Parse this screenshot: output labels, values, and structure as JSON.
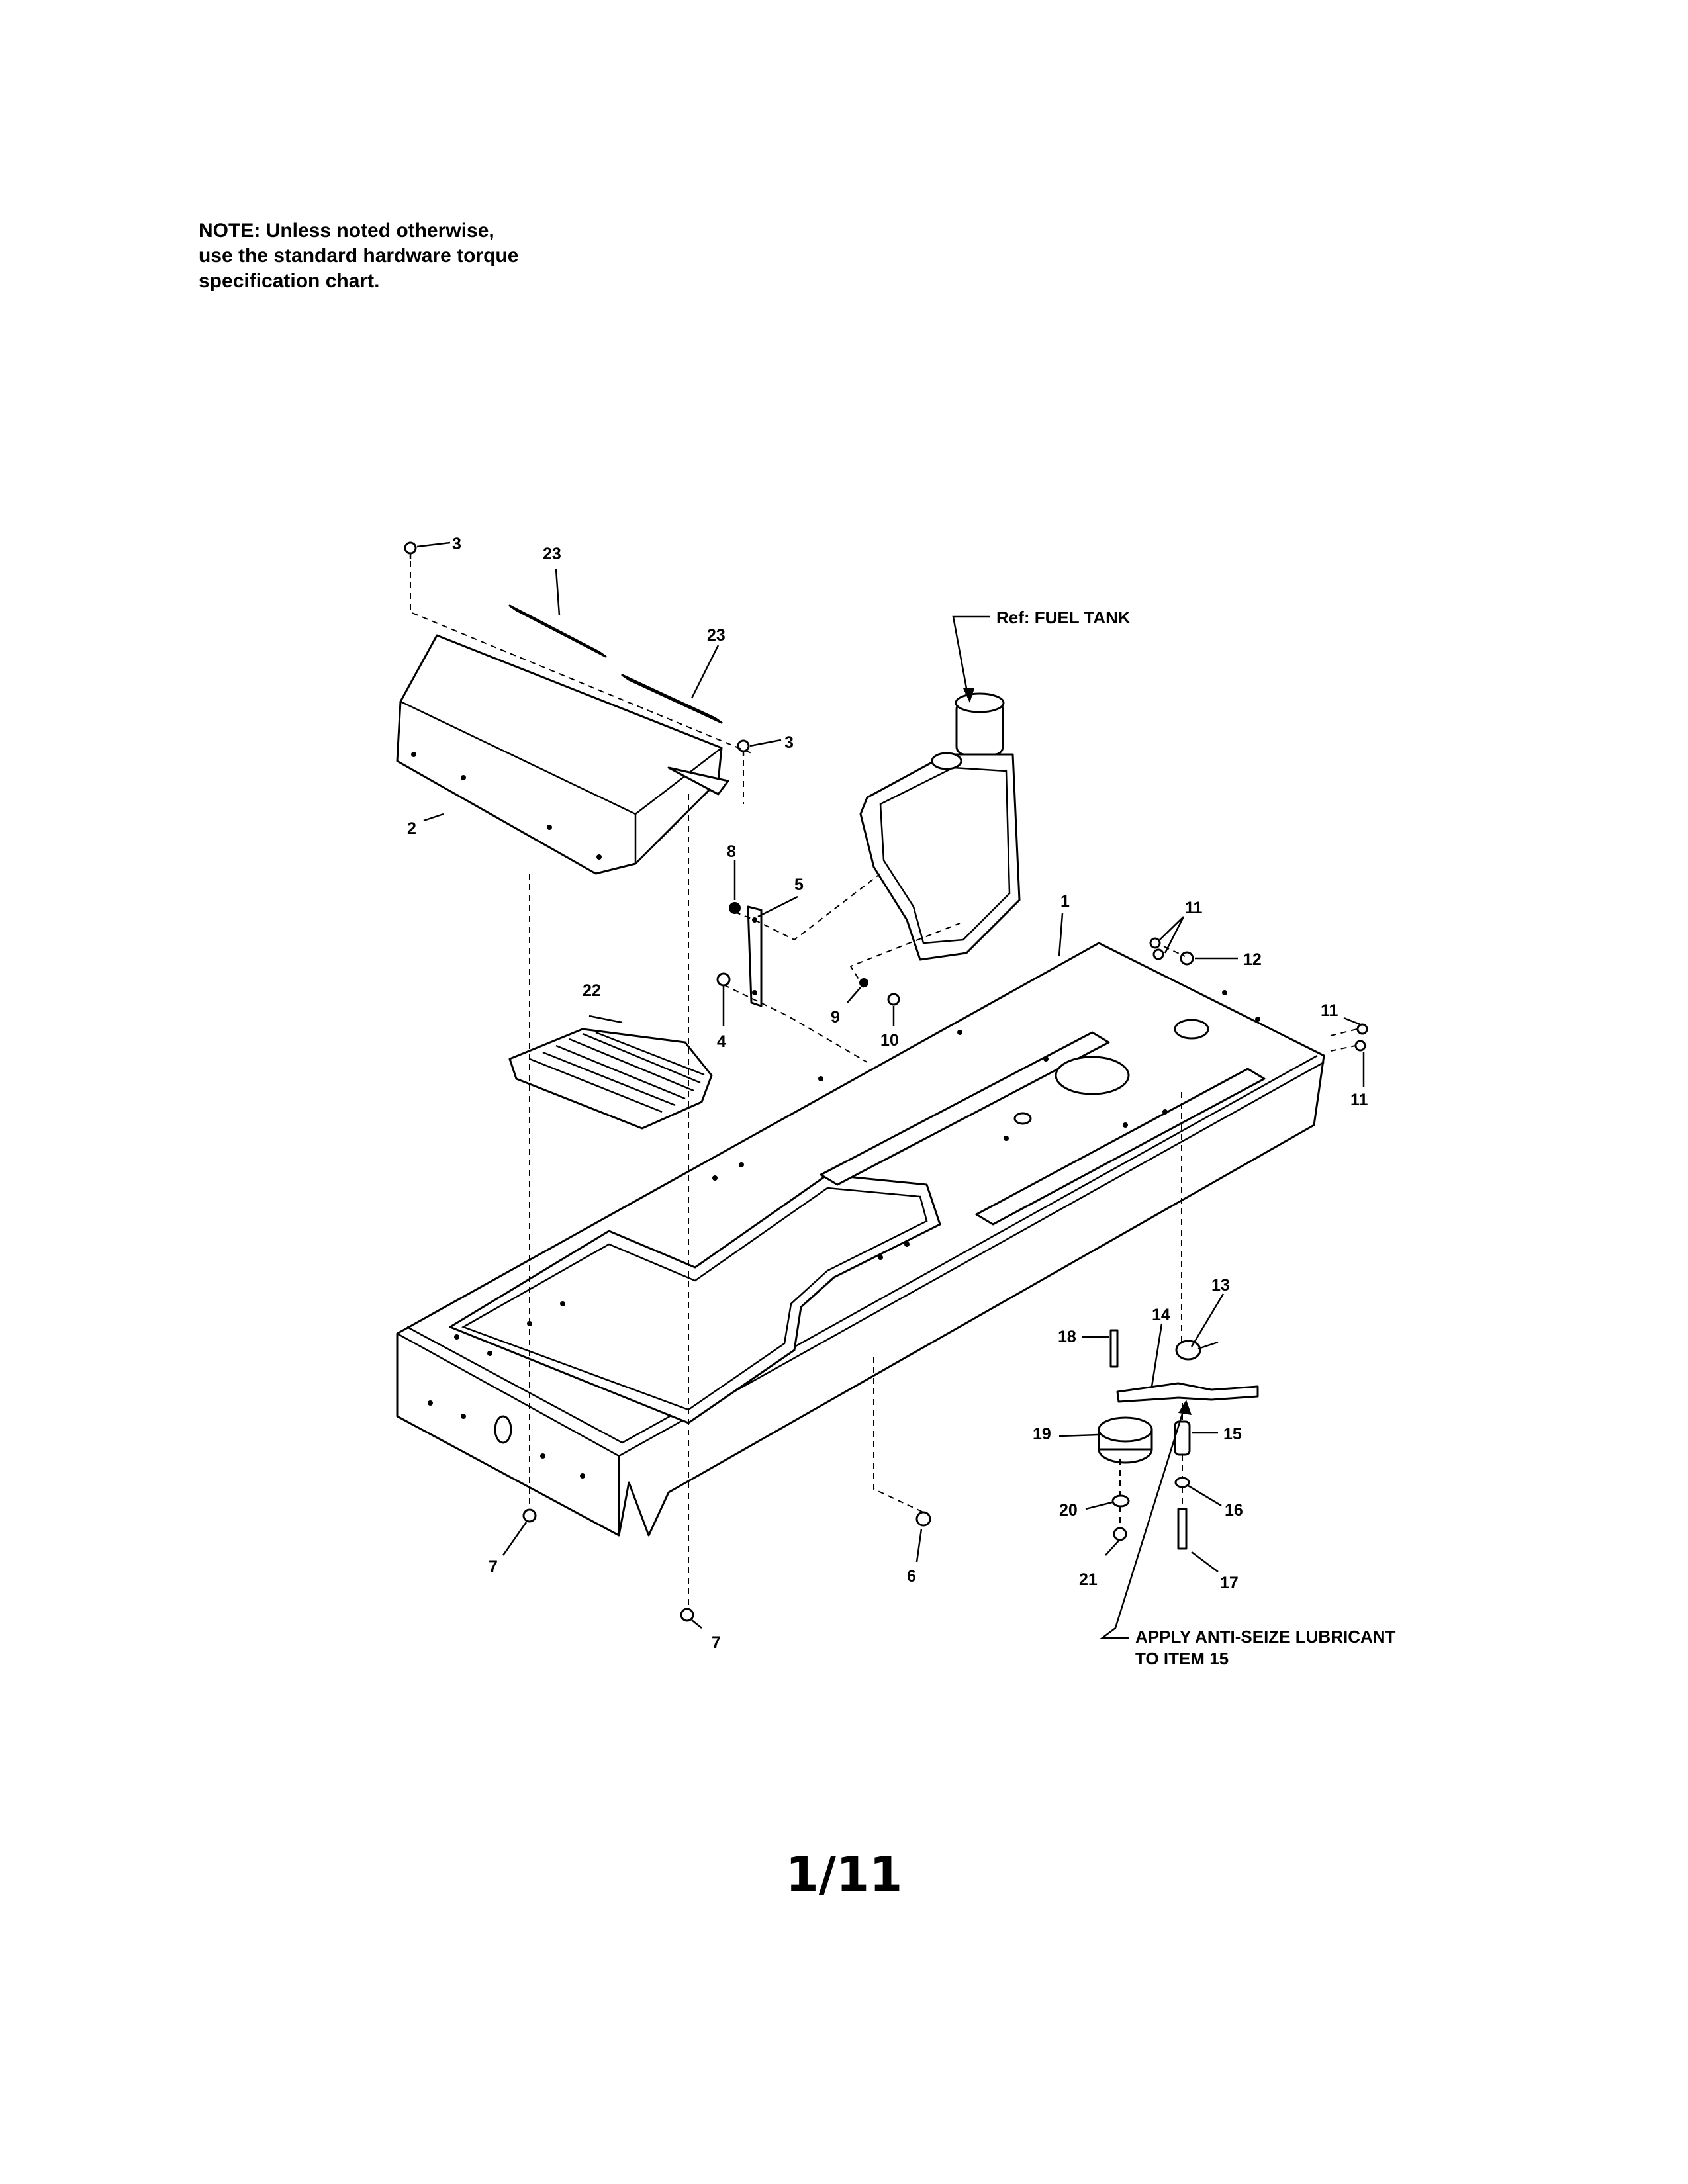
{
  "note": {
    "lines": [
      "NOTE: Unless noted otherwise,",
      "use the standard hardware torque",
      "specification chart."
    ]
  },
  "callouts": {
    "fuel_tank_ref": "Ref: FUEL TANK",
    "anti_seize_line1": "APPLY ANTI-SEIZE LUBRICANT",
    "anti_seize_line2": "TO ITEM 15"
  },
  "part_labels": [
    "1",
    "2",
    "3",
    "3",
    "4",
    "5",
    "6",
    "7",
    "7",
    "8",
    "9",
    "10",
    "11",
    "11",
    "11",
    "12",
    "13",
    "14",
    "15",
    "16",
    "17",
    "18",
    "19",
    "20",
    "21",
    "22",
    "23",
    "23"
  ],
  "page_number": "1/11"
}
